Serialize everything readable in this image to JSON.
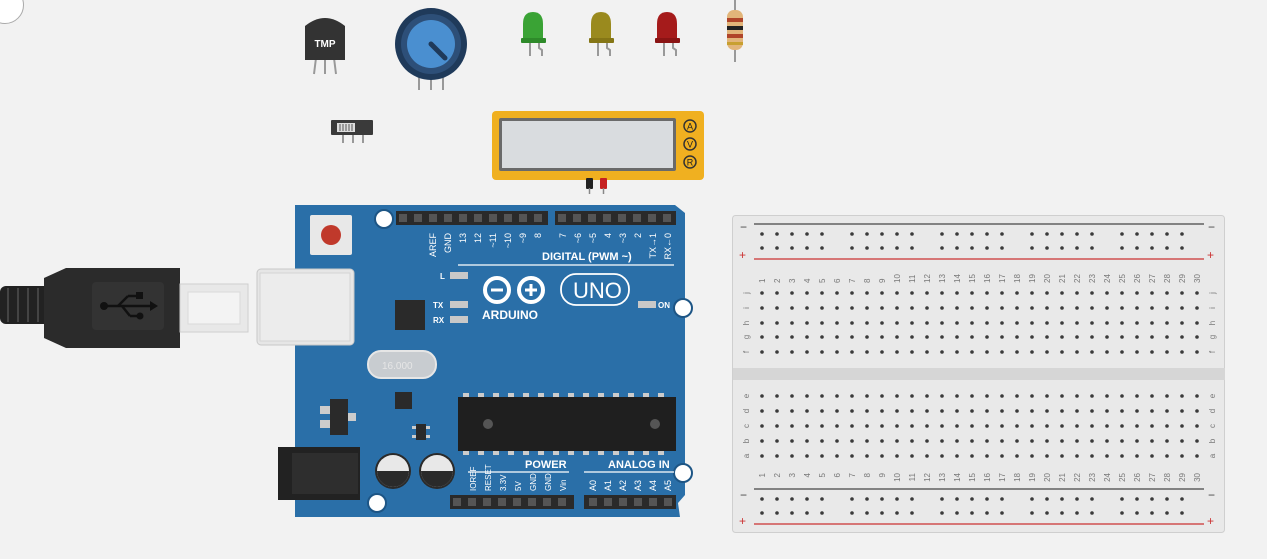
{
  "components": {
    "temp_sensor_label": "TMP",
    "multimeter": {
      "buttons": [
        "A",
        "V",
        "R"
      ]
    }
  },
  "arduino": {
    "brand": "ARDUINO",
    "model": "UNO",
    "on_label": "ON",
    "led_labels": [
      "L",
      "TX",
      "RX"
    ],
    "digital_label": "DIGITAL (PWM ~)",
    "digital_pins": [
      "AREF",
      "GND",
      "13",
      "12",
      "~11",
      "~10",
      "~9",
      "8",
      "7",
      "~6",
      "~5",
      "4",
      "~3",
      "2",
      "TX→1",
      "RX←0"
    ],
    "power_label": "POWER",
    "analog_label": "ANALOG IN",
    "power_pins": [
      "IOREF",
      "RESET",
      "3.3V",
      "5V",
      "GND",
      "GND",
      "Vin"
    ],
    "analog_pins": [
      "A0",
      "A1",
      "A2",
      "A3",
      "A4",
      "A5"
    ],
    "crystal_label": "16.000"
  },
  "breadboard": {
    "rail_minus": "−",
    "rail_plus": "+",
    "row_letters_top": [
      "j",
      "i",
      "h",
      "g",
      "f"
    ],
    "row_letters_bottom": [
      "e",
      "d",
      "c",
      "b",
      "a"
    ],
    "columns": 30
  },
  "colors": {
    "arduino_blue": "#2a6fa8",
    "led_green": "#3aa335",
    "led_yellow": "#9a8a1e",
    "led_red": "#a51b1b",
    "multimeter": "#f0b020"
  }
}
